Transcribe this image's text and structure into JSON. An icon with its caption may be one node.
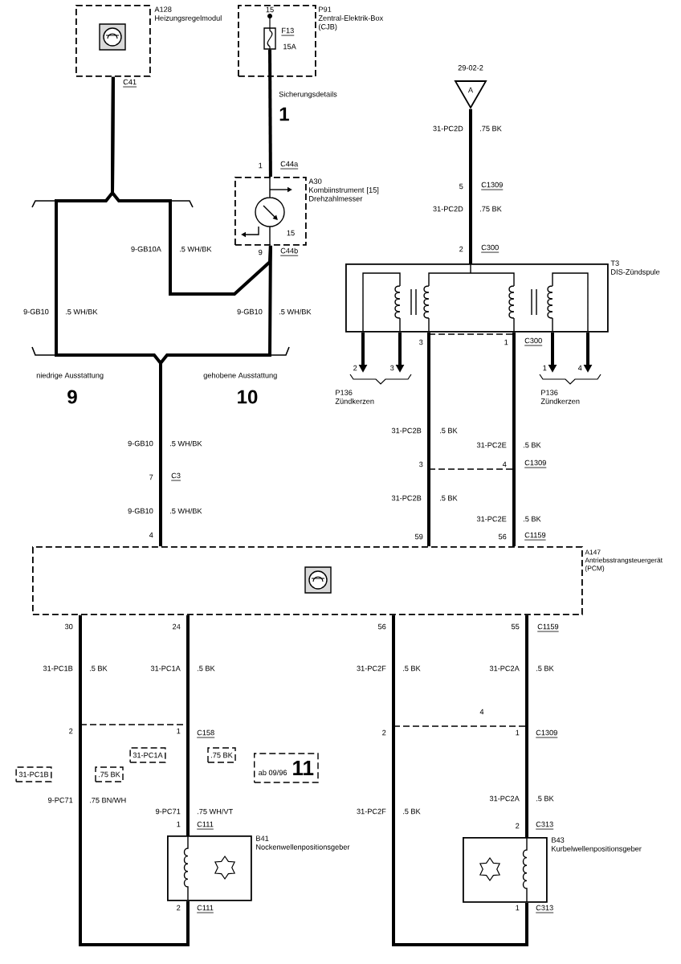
{
  "diagram": {
    "nodes": [
      {
        "text": [
          "A128",
          "Heizungsregelmodul"
        ]
      },
      {
        "text": [
          "P91",
          "Zentral-Elektrik-Box (CJB)"
        ]
      },
      {
        "text": [
          "F13",
          "15A"
        ],
        "in": 1
      },
      {
        "text": [
          "A30",
          "Kombiinstrument [15] Drehzahlmesser"
        ]
      },
      {
        "text": [
          "A"
        ],
        "beside": [
          "29-02-2"
        ]
      },
      {
        "text": [
          "T3",
          "DIS-Zündspule"
        ]
      },
      {
        "text": [
          "P136",
          "Zündkerzen"
        ]
      },
      {
        "text": [
          "P136",
          "Zündkerzen"
        ]
      },
      {
        "text": [
          "A147",
          "Antriebsstrangsteuergerät (PCM)"
        ]
      },
      {
        "text": [
          "31-PC1A"
        ]
      },
      {
        "text": [
          ".75 BK"
        ]
      },
      {
        "text": [
          "ab 09/96",
          "11"
        ]
      },
      {
        "text": [
          "31-PC1B"
        ]
      },
      {
        "text": [
          ".75 BK"
        ]
      },
      {
        "text": [
          "B41",
          "Nockenwellenpositionsgeber"
        ]
      },
      {
        "text": [
          "B43",
          "Kurbelwellenpositionsgeber"
        ]
      }
    ],
    "edges": [
      {
        "from": 2,
        "to": 3,
        "arrow": "none"
      },
      {
        "from": 0,
        "to": 3,
        "arrow": "none"
      },
      {
        "from": 0,
        "to": 8,
        "arrow": "none"
      },
      {
        "from": 3,
        "to": 8,
        "arrow": "none"
      },
      {
        "from": 4,
        "to": 5,
        "arrow": "none"
      },
      {
        "from": 5,
        "to": 8,
        "arrow": "none"
      },
      {
        "from": 5,
        "to": 8,
        "arrow": "none"
      },
      {
        "from": 5,
        "to": 6,
        "arrow": "to"
      },
      {
        "from": 5,
        "to": 6,
        "arrow": "to"
      },
      {
        "from": 5,
        "to": 7,
        "arrow": "to"
      },
      {
        "from": 5,
        "to": 7,
        "arrow": "to"
      },
      {
        "from": 8,
        "to": 14,
        "arrow": "none"
      },
      {
        "from": 8,
        "to": 14,
        "arrow": "none"
      },
      {
        "from": 8,
        "to": 15,
        "arrow": "none"
      },
      {
        "from": 8,
        "to": 15,
        "arrow": "none"
      }
    ],
    "labels": [
      "C41",
      "15",
      "Sicherungsdetails",
      "1",
      "1",
      "C44a",
      "15",
      "9-GB10A",
      ".5 WH/BK",
      "9",
      "C44b",
      "31-PC2D",
      ".75 BK",
      "5",
      "C1309",
      "31-PC2D",
      ".75 BK",
      "2",
      "C300",
      "9-GB10",
      ".5 WH/BK",
      "9-GB10",
      ".5 WH/BK",
      "3",
      "1",
      "C300",
      "2",
      "3",
      "1",
      "4",
      "niedrige Ausstattung",
      "9",
      "gehobene Ausstattung",
      "10",
      "31-PC2B",
      ".5 BK",
      "9-GB10",
      ".5 WH/BK",
      "31-PC2E",
      ".5 BK",
      "3",
      "4",
      "C1309",
      "7",
      "C3",
      "31-PC2B",
      ".5 BK",
      "9-GB10",
      ".5 WH/BK",
      "31-PC2E",
      ".5 BK",
      "4",
      "59",
      "56",
      "C1159",
      "30",
      "24",
      "56",
      "55",
      "C1159",
      "31-PC1B",
      ".5 BK",
      "31-PC1A",
      ".5 BK",
      "31-PC2F",
      ".5 BK",
      "31-PC2A",
      ".5 BK",
      "4",
      "2",
      "1",
      "C158",
      "2",
      "1",
      "C1309",
      "9-PC71",
      ".75 BN/WH",
      "31-PC2A",
      ".5 BK",
      "9-PC71",
      ".75 WH/VT",
      "31-PC2F",
      ".5 BK",
      "1",
      "C111",
      "2",
      "C313",
      "2",
      "C111",
      "1",
      "C313"
    ]
  }
}
